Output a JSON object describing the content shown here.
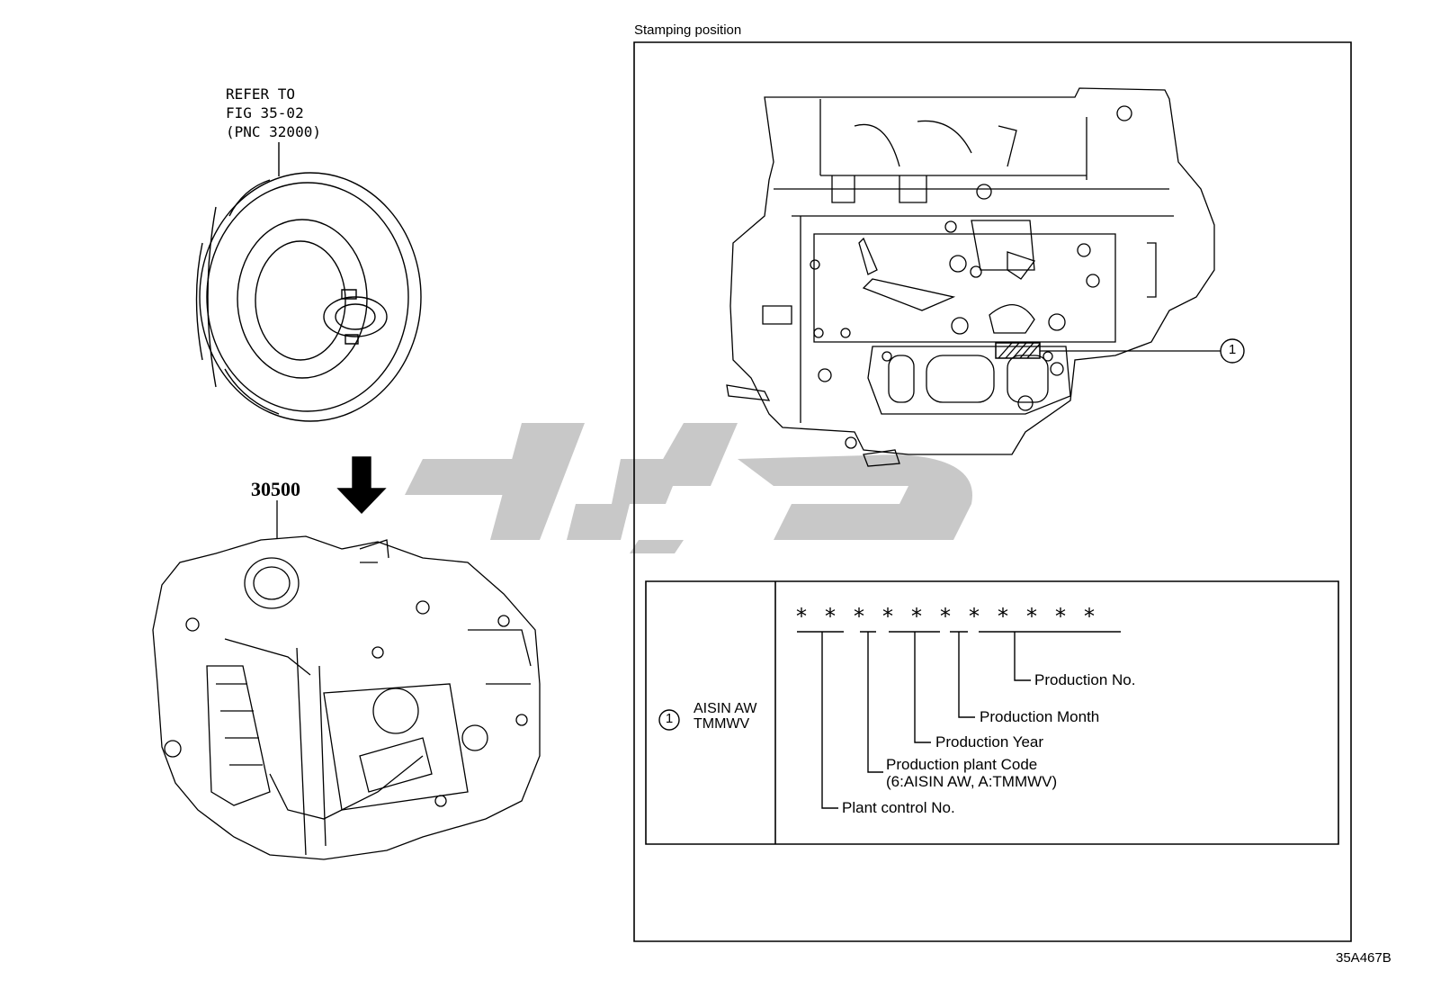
{
  "left": {
    "refer_lines": [
      "REFER TO",
      "FIG 35-02",
      "(PNC 32000)"
    ],
    "part_number": "30500"
  },
  "right": {
    "stamping_title": "Stamping position",
    "callout_number": "1",
    "legend": {
      "marker": "1",
      "makers": [
        "AISIN AW",
        "TMMWV"
      ],
      "code_chars": [
        "*",
        "*",
        "*",
        "*",
        "*",
        "*",
        "*",
        "*",
        "*",
        "*",
        "*"
      ],
      "fields": [
        {
          "label": "Production No."
        },
        {
          "label": "Production Month"
        },
        {
          "label": "Production Year"
        },
        {
          "label": "Production plant Code",
          "sub": "(6:AISIN AW, A:TMMWV)"
        },
        {
          "label": "Plant control No."
        }
      ]
    }
  },
  "figure_id": "35A467B"
}
